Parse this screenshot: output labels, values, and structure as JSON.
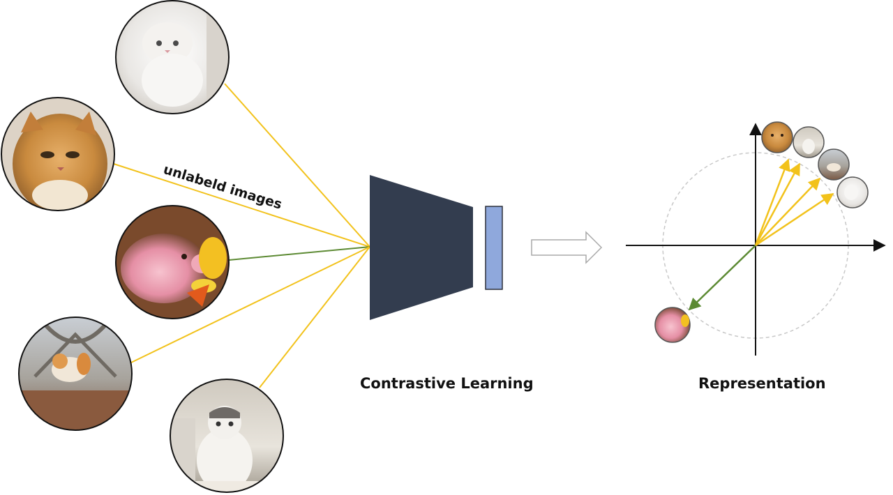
{
  "labels": {
    "unlabeled": "unlabeld images",
    "contrastive": "Contrastive Learning",
    "representation": "Representation"
  },
  "colors": {
    "positive_line": "#F2C21B",
    "negative_line": "#5C8A33",
    "encoder": "#333D4F",
    "projection_head": "#8FA8DC",
    "axis": "#111111",
    "unit_circle": "#C8C8C8"
  },
  "images": [
    {
      "name": "fluffy-white-cat-photo",
      "subject": "cat"
    },
    {
      "name": "orange-cat-photo",
      "subject": "cat"
    },
    {
      "name": "piglet-photo",
      "subject": "pig"
    },
    {
      "name": "cat-eiffel-tower-photo",
      "subject": "cat"
    },
    {
      "name": "scottish-fold-cat-photo",
      "subject": "cat"
    }
  ],
  "embedding": {
    "cat_embeddings": 4,
    "pig_embeddings": 1
  }
}
